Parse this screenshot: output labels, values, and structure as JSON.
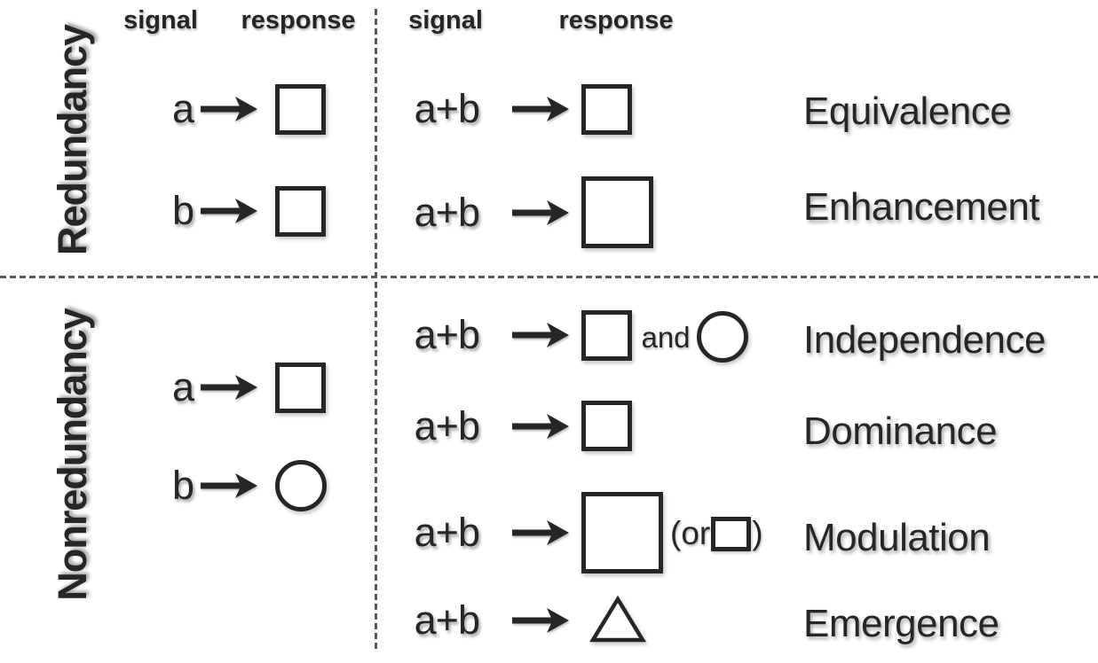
{
  "colors": {
    "ink": "#262626",
    "divider": "#595959",
    "background": "#ffffff"
  },
  "figure": {
    "row_headers": {
      "redundancy": "Redundancy",
      "nonredundancy": "Nonredundancy"
    },
    "column_headers": {
      "separate_signal": "signal",
      "separate_response": "response",
      "combined_signal": "signal",
      "combined_response": "response"
    },
    "redundancy_separate": {
      "rows": [
        {
          "signal": "a",
          "response_shape": "small-square"
        },
        {
          "signal": "b",
          "response_shape": "small-square"
        }
      ]
    },
    "redundancy_combined": {
      "rows": [
        {
          "signal": "a+b",
          "response_shape": "small-square",
          "outcome": "Equivalence"
        },
        {
          "signal": "a+b",
          "response_shape": "large-square",
          "outcome": "Enhancement"
        }
      ]
    },
    "nonredundancy_separate": {
      "rows": [
        {
          "signal": "a",
          "response_shape": "small-square"
        },
        {
          "signal": "b",
          "response_shape": "circle"
        }
      ]
    },
    "nonredundancy_combined": {
      "rows": [
        {
          "signal": "a+b",
          "response_shape": "small-square",
          "connector": "and",
          "response_shape_2": "circle",
          "outcome": "Independence"
        },
        {
          "signal": "a+b",
          "response_shape": "small-square",
          "outcome": "Dominance"
        },
        {
          "signal": "a+b",
          "response_shape": "xlarge-square",
          "alt_open": "(or",
          "alt_shape": "tiny-square",
          "alt_close": ")",
          "outcome": "Modulation"
        },
        {
          "signal": "a+b",
          "response_shape": "triangle",
          "outcome": "Emergence"
        }
      ]
    }
  }
}
